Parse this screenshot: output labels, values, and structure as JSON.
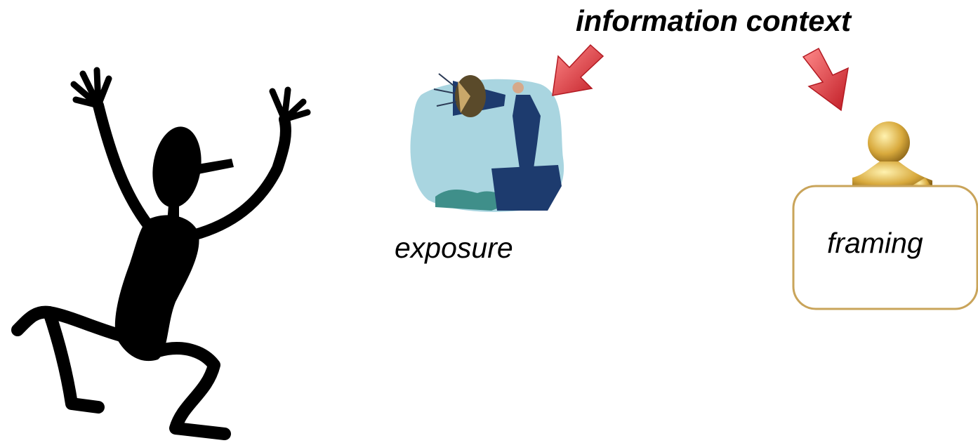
{
  "slide": {
    "title": "information context",
    "labels": {
      "exposure": "exposure",
      "framing": "framing"
    }
  },
  "icons": {
    "figure": "dancing-stick-figure-icon",
    "megaphone": "businessman-megaphone-icon",
    "golden_figure": "golden-figure-sign-icon",
    "arrows": "red-arrow-icon"
  },
  "colors": {
    "arrow": "#e0323a",
    "sky": "#a9d5e0",
    "suit": "#1d3b6e",
    "gold": "#d8a93c",
    "sign_border": "#c9a45a"
  }
}
